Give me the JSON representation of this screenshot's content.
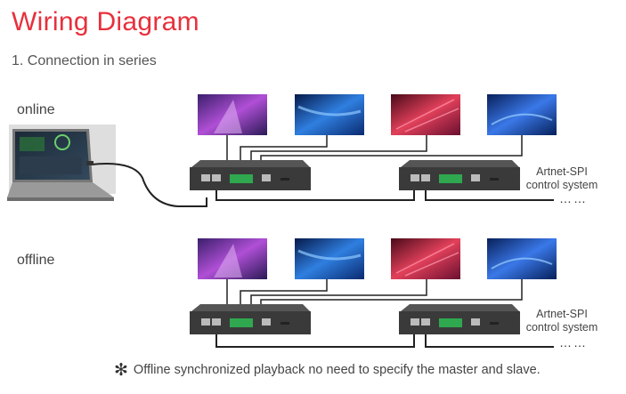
{
  "title": "Wiring Diagram",
  "subtitle": "1. Connection in series",
  "sections": [
    {
      "label": "online",
      "controller_label_line1": "Artnet-SPI",
      "controller_label_line2": "control system",
      "continuation": "……"
    },
    {
      "label": "offline",
      "controller_label_line1": "Artnet-SPI",
      "controller_label_line2": "control system",
      "continuation": "……"
    }
  ],
  "note": "Offline synchronized playback no need to specify the master and slave.",
  "note_icon": "asterisk-icon",
  "colors": {
    "title": "#e8303c",
    "device": "#3a3a3a",
    "terminal": "#2fa84f"
  }
}
